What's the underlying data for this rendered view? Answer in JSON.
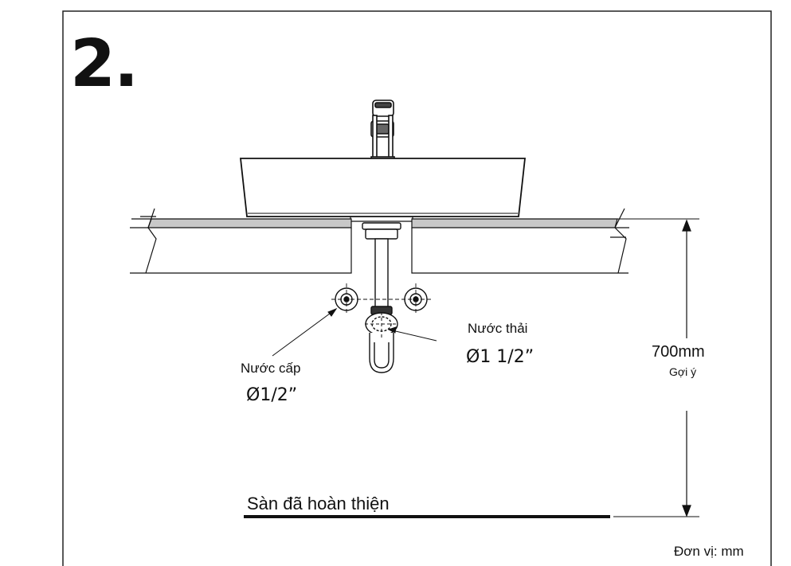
{
  "step_number": "2.",
  "labels": {
    "supply": "Nước cấp",
    "supply_size": "Ø1/2”",
    "waste": "Nước thải",
    "waste_size": "Ø1  1/2”",
    "height_value": "700mm",
    "height_note": "Gợi ý",
    "floor": "Sàn đã hoàn thiện",
    "unit": "Đơn vị: mm"
  },
  "colors": {
    "counter_fill": "#c8c8c8",
    "line": "#111111",
    "background": "#ffffff"
  },
  "icons": [
    "faucet-icon",
    "supply-valve-icon",
    "p-trap-icon",
    "dimension-arrow-icon"
  ]
}
